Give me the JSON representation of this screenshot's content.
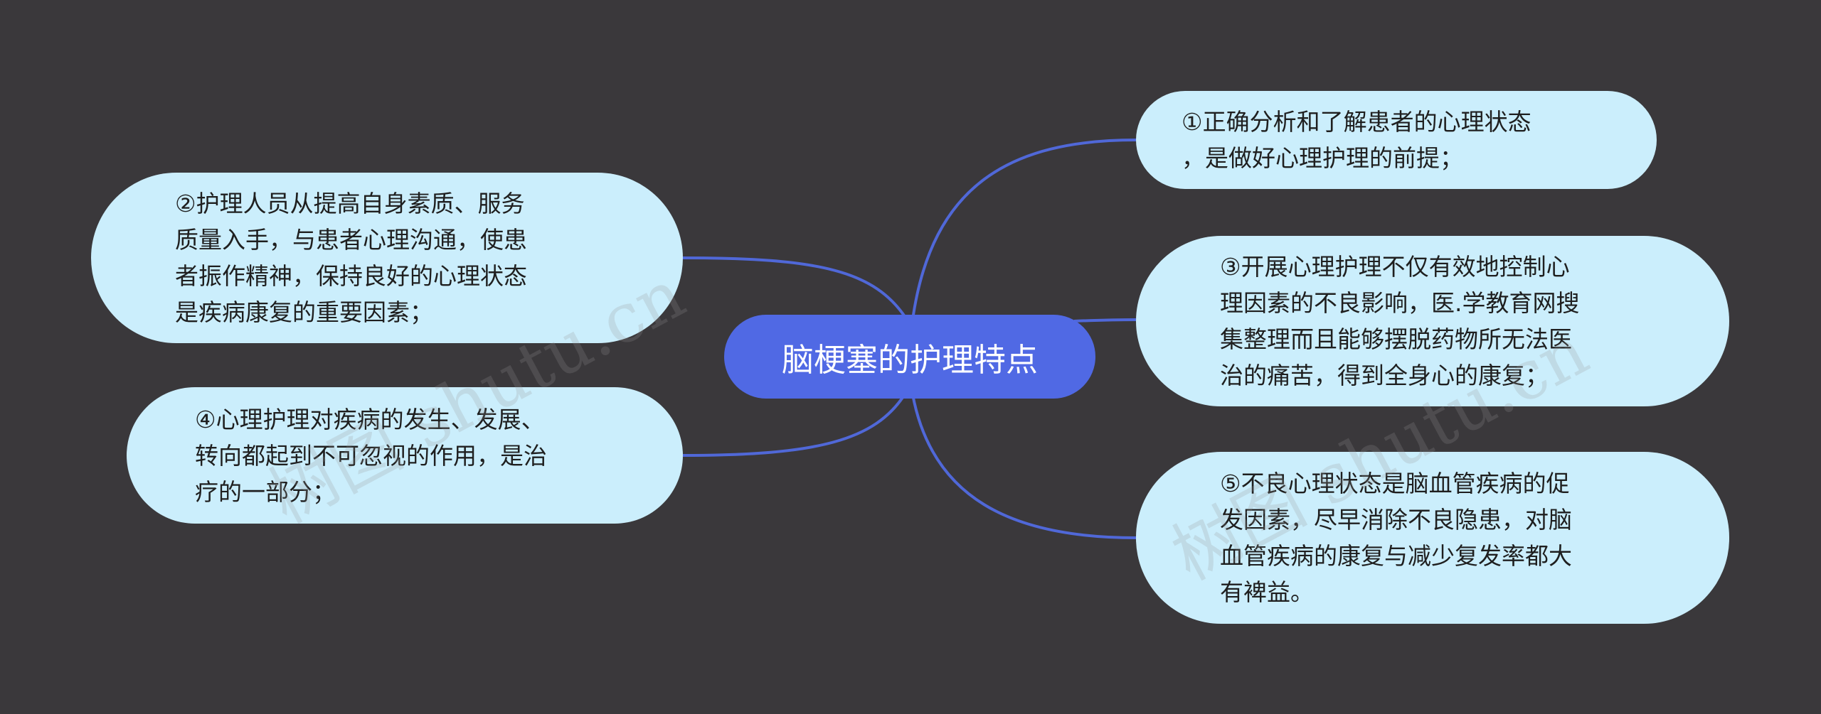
{
  "mindmap": {
    "root": "脑梗塞的护理特点",
    "nodes": [
      {
        "id": "n1",
        "text": "①正确分析和了解患者的心理状态\n，是做好心理护理的前提；"
      },
      {
        "id": "n2",
        "text": "②护理人员从提高自身素质、服务\n质量入手，与患者心理沟通，使患\n者振作精神，保持良好的心理状态\n是疾病康复的重要因素；"
      },
      {
        "id": "n3",
        "text": "③开展心理护理不仅有效地控制心\n理因素的不良影响，医.学教育网搜\n集整理而且能够摆脱药物所无法医\n治的痛苦，得到全身心的康复；"
      },
      {
        "id": "n4",
        "text": "④心理护理对疾病的发生、发展、\n转向都起到不可忽视的作用，是治\n疗的一部分；"
      },
      {
        "id": "n5",
        "text": "⑤不良心理状态是脑血管疾病的促\n发因素，尽早消除不良隐患，对脑\n血管疾病的康复与减少复发率都大\n有裨益。"
      }
    ]
  },
  "watermark": "树图 shutu.cn",
  "colors": {
    "background": "#3a383b",
    "root_fill": "#5069e4",
    "node_fill": "#cbeefc",
    "edge": "#5068d8"
  }
}
